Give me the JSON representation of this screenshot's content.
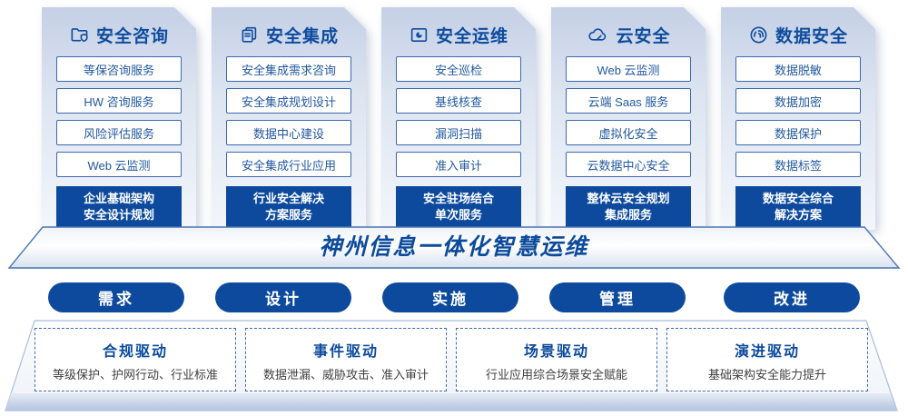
{
  "colors": {
    "primary_blue": "#0d4a9d",
    "title_blue": "#0e4c9e",
    "item_border_blue": "#3c68af",
    "card_gradient_top": "#c5d0e6",
    "card_gradient_bottom": "#f3f6fb",
    "platform_edge": "#a9bdd9",
    "driver_subtitle_gray": "#3f3f3f"
  },
  "columns": [
    {
      "icon": "folder-shield-icon",
      "title": "安全咨询",
      "items": [
        "等保咨询服务",
        "HW 咨询服务",
        "风险评估服务",
        "Web 云监测"
      ],
      "footer": "企业基础架构\n安全设计规划"
    },
    {
      "icon": "documents-icon",
      "title": "安全集成",
      "items": [
        "安全集成需求咨询",
        "安全集成规划设计",
        "数据中心建设",
        "安全集成行业应用"
      ],
      "footer": "行业安全解决\n方案服务"
    },
    {
      "icon": "monitor-pie-icon",
      "title": "安全运维",
      "items": [
        "安全巡检",
        "基线核查",
        "漏洞扫描",
        "准入审计"
      ],
      "footer": "安全驻场结合\n单次服务"
    },
    {
      "icon": "cloud-icon",
      "title": "云安全",
      "items": [
        "Web 云监测",
        "云端 Saas 服务",
        "虚拟化安全",
        "云数据中心安全"
      ],
      "footer": "整体云安全规划\n集成服务"
    },
    {
      "icon": "fingerprint-icon",
      "title": "数据安全",
      "items": [
        "数据脱敏",
        "数据加密",
        "数据保护",
        "数据标签"
      ],
      "footer": "数据安全综合\n解决方案"
    }
  ],
  "banner": {
    "title": "神州信息一体化智慧运维"
  },
  "process_pills": [
    "需求",
    "设计",
    "实施",
    "管理",
    "改进"
  ],
  "drivers": [
    {
      "title": "合规驱动",
      "subtitle": "等级保护、护网行动、行业标准"
    },
    {
      "title": "事件驱动",
      "subtitle": "数据泄漏、威胁攻击、准入审计"
    },
    {
      "title": "场景驱动",
      "subtitle": "行业应用综合场景安全赋能"
    },
    {
      "title": "演进驱动",
      "subtitle": "基础架构安全能力提升"
    }
  ]
}
